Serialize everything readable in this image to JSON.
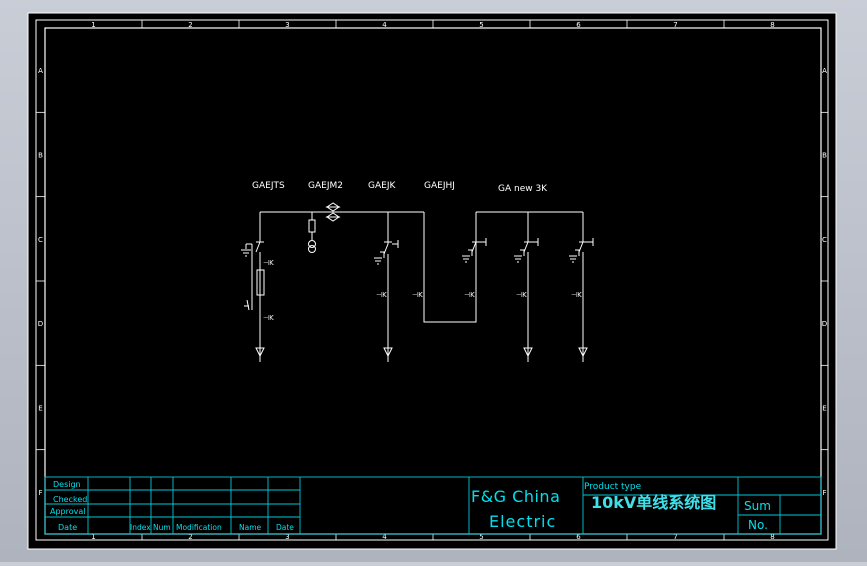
{
  "colors": {
    "background": "#000000",
    "frame": "#ffffff",
    "titleblock": "#00c8d8",
    "title_text": "#3fe0ea"
  },
  "grid_columns": [
    "1",
    "2",
    "3",
    "4",
    "5",
    "6",
    "7",
    "8"
  ],
  "grid_rows": [
    "A",
    "B",
    "C",
    "D",
    "E",
    "F"
  ],
  "units": [
    {
      "label": "GAEJTS"
    },
    {
      "label": "GAEJM2"
    },
    {
      "label": "GAEJK"
    },
    {
      "label": "GAEJHJ"
    },
    {
      "label": "GA new 3K"
    }
  ],
  "component_marks": {
    "contact": "⊣K",
    "ground": "⊥"
  },
  "title_block": {
    "left_labels": [
      "Design",
      "Checked",
      "Approval",
      "Date"
    ],
    "column_headers": [
      "Index",
      "Num",
      "Modification",
      "Name",
      "Date"
    ],
    "company_line1": "F&G China",
    "company_line2": "Electric",
    "product_type_label": "Product type",
    "product_name": "10kV单线系统图",
    "sum_label": "Sum",
    "no_label": "No."
  }
}
